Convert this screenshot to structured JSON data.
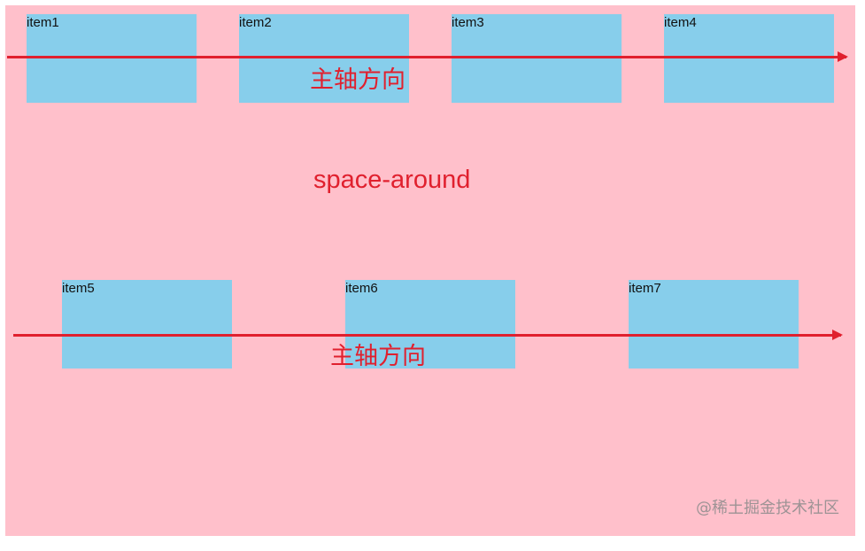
{
  "diagram": {
    "title": "space-around",
    "axis_label": "主轴方向",
    "colors": {
      "container_bg": "#ffc0cb",
      "item_bg": "#87ceeb",
      "arrow": "#e0202e",
      "label": "#e0202e",
      "item_text": "#111111",
      "watermark": "#8c8c8c"
    },
    "rows": [
      {
        "items": [
          {
            "label": "item1"
          },
          {
            "label": "item2"
          },
          {
            "label": "item3"
          },
          {
            "label": "item4"
          }
        ],
        "axis_label": "主轴方向"
      },
      {
        "items": [
          {
            "label": "item5"
          },
          {
            "label": "item6"
          },
          {
            "label": "item7"
          }
        ],
        "axis_label": "主轴方向"
      }
    ]
  },
  "watermark": "@稀土掘金技术社区"
}
